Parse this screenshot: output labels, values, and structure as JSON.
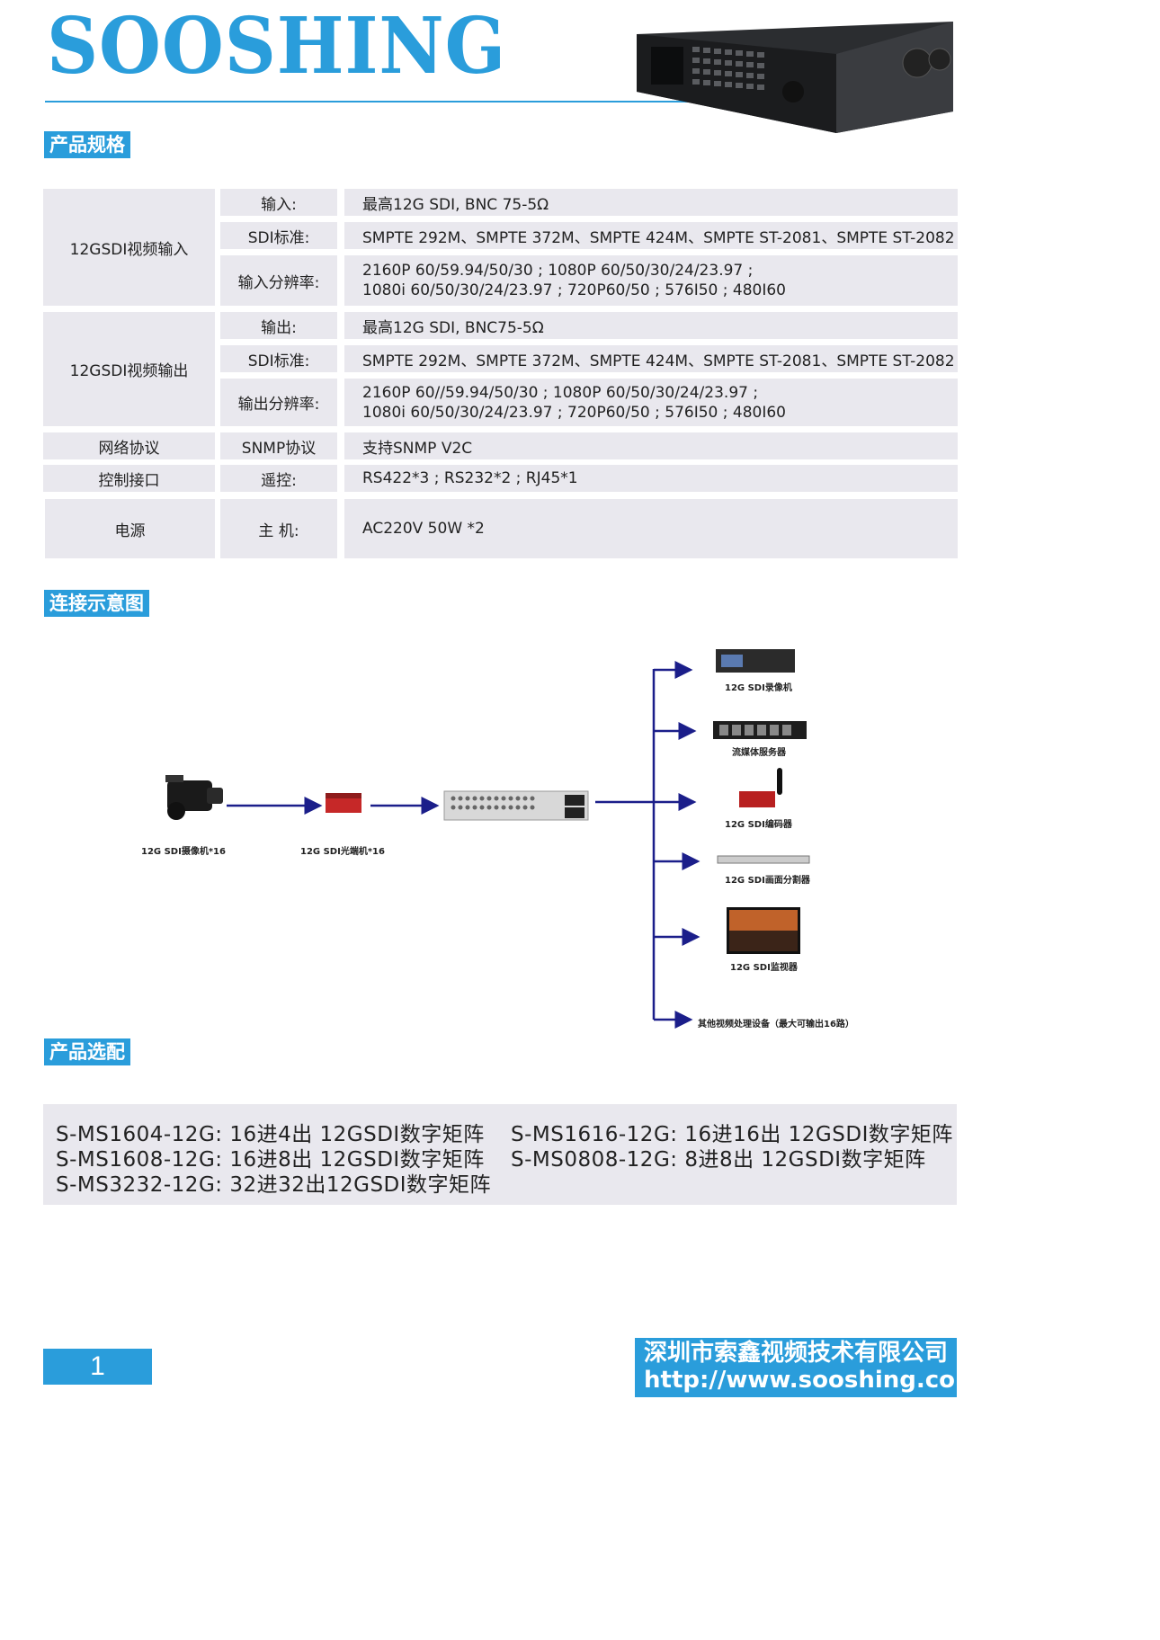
{
  "header": {
    "logo_text": "SOOSHING",
    "brand_color": "#2a9ddb"
  },
  "sections": {
    "spec_title": "产品规格",
    "diagram_title": "连接示意图",
    "options_title": "产品选配"
  },
  "spec": {
    "group_in": "12GSDI视频输入",
    "group_out": "12GSDI视频输出",
    "group_net": "网络协议",
    "group_ctrl": "控制接口",
    "group_pwr": "电源",
    "in_label_1": "输入:",
    "in_value_1": "最高12G SDI, BNC 75-5Ω",
    "in_label_2": "SDI标准:",
    "in_value_2": "SMPTE 292M、SMPTE 372M、SMPTE 424M、SMPTE ST-2081、SMPTE ST-2082",
    "in_label_3": "输入分辨率:",
    "in_value_3a": "2160P 60/59.94/50/30 ; 1080P 60/50/30/24/23.97 ;",
    "in_value_3b": "1080i  60/50/30/24/23.97 ; 720P60/50 ; 576I50 ; 480I60",
    "out_label_1": "输出:",
    "out_value_1": "最高12G SDI, BNC75-5Ω",
    "out_label_2": "SDI标准:",
    "out_value_2": "SMPTE 292M、SMPTE 372M、SMPTE 424M、SMPTE ST-2081、SMPTE ST-2082",
    "out_label_3": "输出分辨率:",
    "out_value_3a": "2160P 60//59.94/50/30 ; 1080P 60/50/30/24/23.97 ;",
    "out_value_3b": "1080i  60/50/30/24/23.97 ; 720P60/50 ; 576I50 ; 480I60",
    "net_label": "SNMP协议",
    "net_value": "支持SNMP V2C",
    "ctrl_label": "遥控:",
    "ctrl_value": "RS422*3 ; RS232*2 ; RJ45*1",
    "pwr_label": "主 机:",
    "pwr_value": "AC220V 50W *2"
  },
  "diagram": {
    "camera_label": "12G SDI摄像机*16",
    "fiber_label": "12G SDI光端机*16",
    "out_recorder": "12G SDI录像机",
    "out_server": "流媒体服务器",
    "out_encoder": "12G SDI编码器",
    "out_splitter": "12G SDI画面分割器",
    "out_monitor": "12G SDI监视器",
    "out_other": "其他视频处理设备（最大可输出16路）"
  },
  "models": {
    "m1": "S-MS1604-12G:  16进4出 12GSDI数字矩阵",
    "m2": "S-MS1616-12G:  16进16出 12GSDI数字矩阵",
    "m3": "S-MS1608-12G:  16进8出 12GSDI数字矩阵",
    "m4": "S-MS0808-12G:  8进8出 12GSDI数字矩阵",
    "m5": "S-MS3232-12G:  32进32出12GSDI数字矩阵"
  },
  "footer": {
    "page_number": "1",
    "company_name": "深圳市索鑫视频技术有限公司",
    "company_url": "http://www.sooshing.com"
  }
}
